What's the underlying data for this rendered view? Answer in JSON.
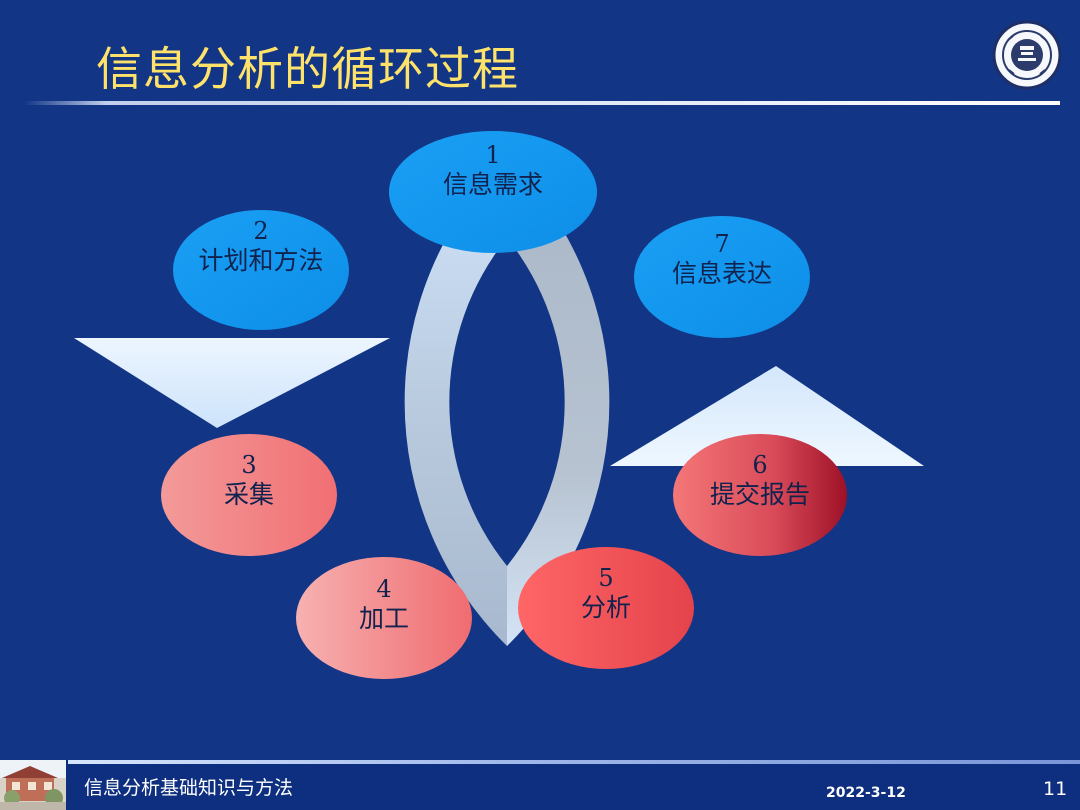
{
  "slide": {
    "title": "信息分析的循环过程",
    "footer_text": "信息分析基础知识与方法",
    "footer_date": "2022-3-12",
    "page_number": "11"
  },
  "nodes": [
    {
      "id": "need",
      "number": "1",
      "label": "信息需求"
    },
    {
      "id": "plan",
      "number": "2",
      "label": "计划和方法"
    },
    {
      "id": "collect",
      "number": "3",
      "label": "采集"
    },
    {
      "id": "process",
      "number": "4",
      "label": "加工"
    },
    {
      "id": "analyze",
      "number": "5",
      "label": "分析"
    },
    {
      "id": "report",
      "number": "6",
      "label": "提交报告"
    },
    {
      "id": "express",
      "number": "7",
      "label": "信息表达"
    }
  ],
  "icons": {
    "logo": "university-seal-icon",
    "footer_image": "campus-photo-thumbnail"
  },
  "colors": {
    "background": "#123586",
    "title": "#ffe26a",
    "blue_node": "#1f9cf2",
    "pink_node": "#f08b8e",
    "red_node": "#ef4f56"
  }
}
